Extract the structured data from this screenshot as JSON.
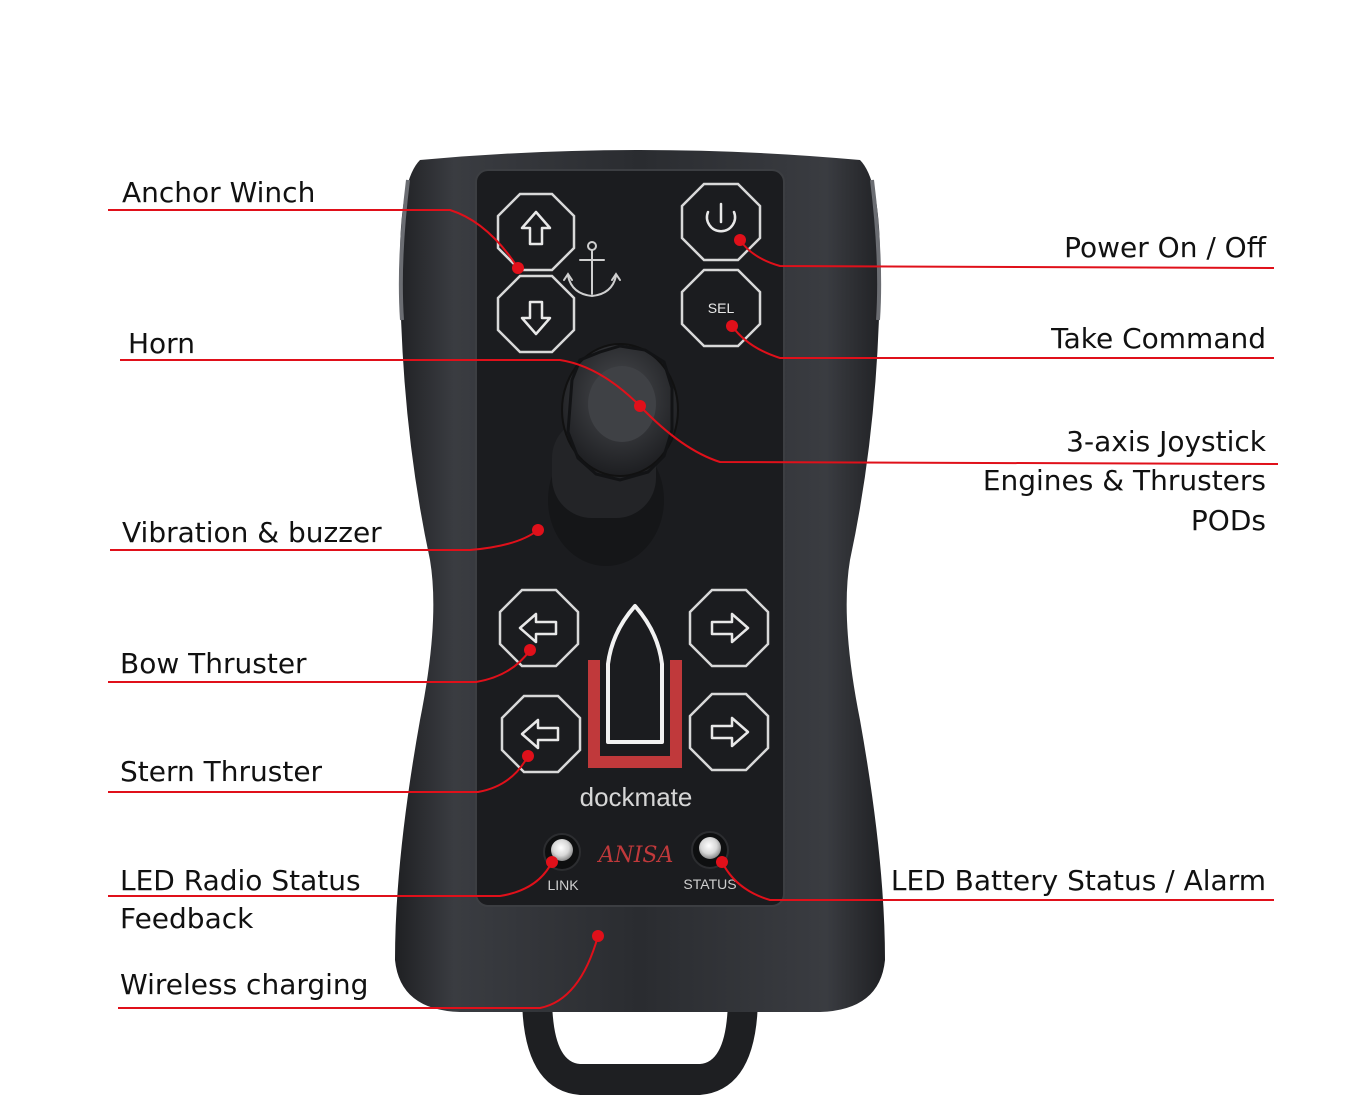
{
  "device": {
    "brand": "dockmate",
    "logo_text": "ANISA",
    "buttons": {
      "anchor_up": "arrow-up",
      "anchor_down": "arrow-down",
      "power": "power-icon",
      "select": "SEL",
      "bow_left": "arrow-left",
      "bow_right": "arrow-right",
      "stern_left": "arrow-left",
      "stern_right": "arrow-right"
    },
    "led_link_label": "LINK",
    "led_status_label": "STATUS"
  },
  "callouts": {
    "anchor_winch": "Anchor Winch",
    "horn": "Horn",
    "vibration": "Vibration & buzzer",
    "bow_thruster": "Bow Thruster",
    "stern_thruster": "Stern Thruster",
    "led_radio_1": "LED Radio Status",
    "led_radio_2": "Feedback",
    "wireless": "Wireless charging",
    "power": "Power On / Off",
    "take_command": "Take Command",
    "joystick_1": "3-axis Joystick",
    "joystick_2": "Engines & Thrusters",
    "joystick_3": "PODs",
    "led_battery": "LED Battery Status / Alarm"
  },
  "colors": {
    "callout_line": "#e0101a",
    "device_body": "#2b2d31",
    "panel": "#1b1c1f",
    "button_outline": "#d8d8d8",
    "logo_red": "#c0393b"
  }
}
